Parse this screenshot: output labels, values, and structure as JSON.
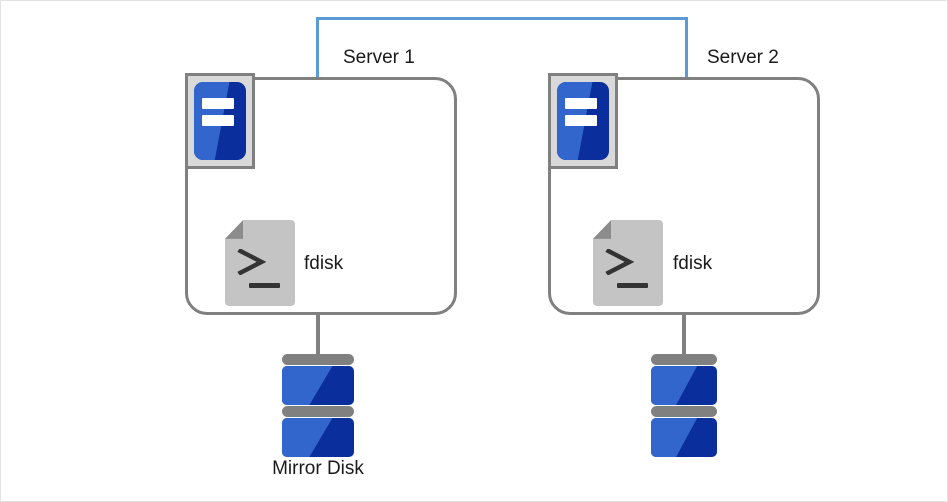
{
  "diagram": {
    "type": "mirror-disk-cluster",
    "background_color": "#ffffff",
    "border_color": "#e2e2e2",
    "link_color": "#5b9bd5",
    "box_border_color": "#808080",
    "blue_light": "#3366cc",
    "blue_dark": "#0a2f9c",
    "gray_icon": "#c4c4c4"
  },
  "nodes": [
    {
      "id": "server1",
      "label": "Server 1",
      "machine_icon": "server-icon",
      "app": {
        "icon": "script-document-icon",
        "label": "fdisk"
      },
      "storage": {
        "icon": "disk-stack-icon",
        "label": "Mirror Disk"
      }
    },
    {
      "id": "server2",
      "label": "Server 2",
      "machine_icon": "server-icon",
      "app": {
        "icon": "script-document-icon",
        "label": "fdisk"
      },
      "storage": {
        "icon": "disk-stack-icon",
        "label": ""
      }
    }
  ],
  "links": [
    {
      "id": "interconnect",
      "from": "server1",
      "to": "server2",
      "style": "bracket",
      "color": "#5b9bd5"
    },
    {
      "id": "server1-disk-cable",
      "from": "server1",
      "to": "server1-disk",
      "color": "#808080"
    },
    {
      "id": "server2-disk-cable",
      "from": "server2",
      "to": "server2-disk",
      "color": "#808080"
    }
  ]
}
